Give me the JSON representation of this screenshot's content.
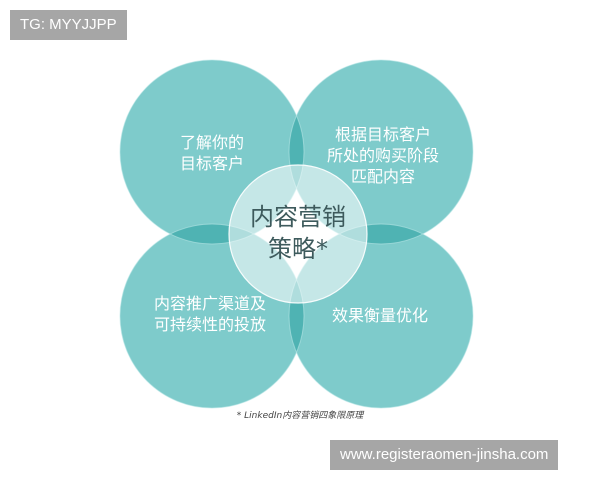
{
  "watermarks": {
    "top": "TG: MYYJJPP",
    "bottom": "www.registeraomen-jinsha.com"
  },
  "diagram": {
    "title": "LinkedIn content marketing four-quadrant Venn diagram",
    "center": {
      "line1": "内容营销",
      "line2": "策略*"
    },
    "quadrants": [
      {
        "position": "top-left",
        "lines": [
          "了解你的",
          "目标客户"
        ]
      },
      {
        "position": "top-right",
        "lines": [
          "根据目标客户",
          "所处的购买阶段",
          "匹配内容"
        ]
      },
      {
        "position": "bottom-left",
        "lines": [
          "内容推广渠道及",
          "可持续性的投放"
        ]
      },
      {
        "position": "bottom-right",
        "lines": [
          "效果衡量优化"
        ]
      }
    ],
    "caption": "* LinkedIn内容营销四象限原理",
    "colors": {
      "circle_fill": "#7ecbcb",
      "overlap_fill": "#4fb3b3",
      "center_fill": "#d6eeee",
      "text_light": "#ffffff",
      "text_center": "#3d5a5c"
    }
  }
}
